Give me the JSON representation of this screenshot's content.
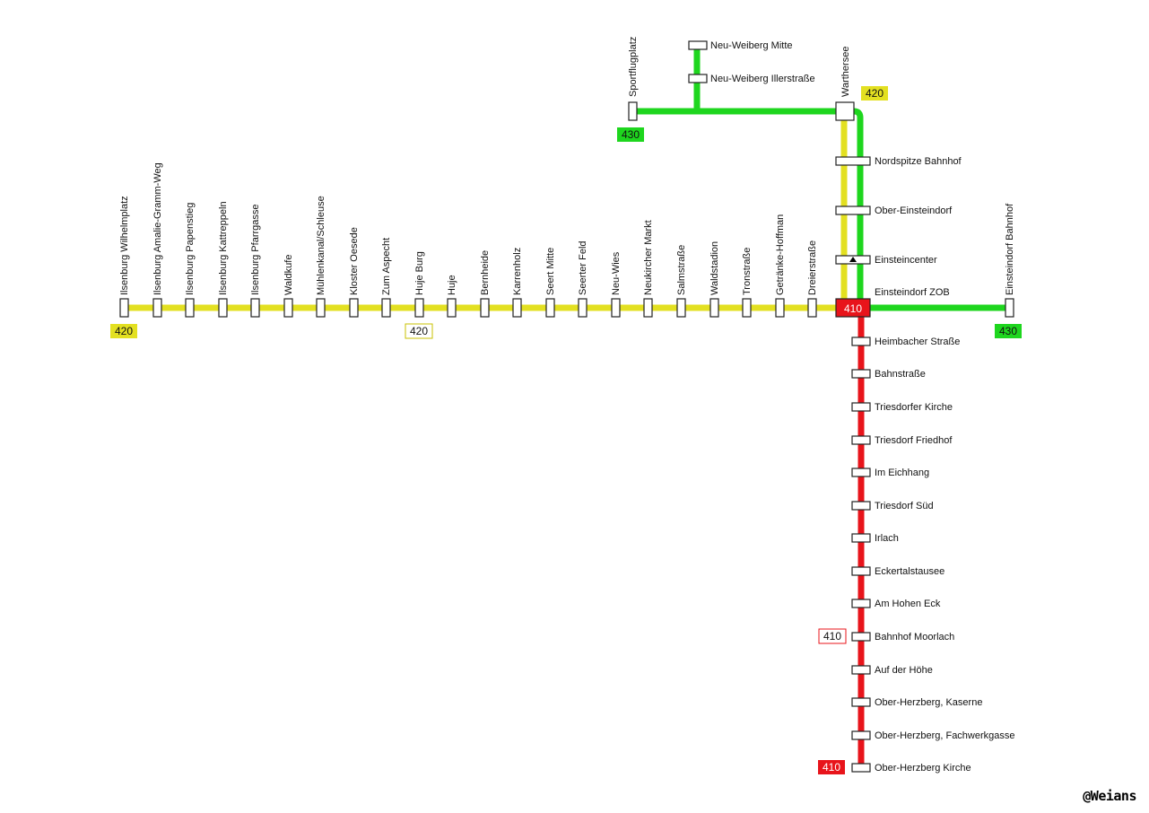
{
  "colors": {
    "line_410": "#e8141b",
    "line_420": "#e3e021",
    "line_430": "#1ed61e"
  },
  "line_420_west": [
    "Ilsenburg Wilhelmplatz",
    "Ilsenburg Amalie-Gramm-Weg",
    "Ilsenburg Papenstieg",
    "Ilsenburg Kattreppeln",
    "Ilsenburg Pfarrgasse",
    "Waldkufe",
    "Mühlenkanal/Schleuse",
    "Kloster Oesede",
    "Zum Aspecht",
    "Huje Burg",
    "Huje",
    "Bernheide",
    "Karrenholz",
    "Seert Mitte",
    "Seerter Feld",
    "Neu-Wies",
    "Neukircher Markt",
    "Salmstraße",
    "Waldstadion",
    "Tronstraße",
    "Getränke-Hoffman",
    "Dreierstraße"
  ],
  "trunk_north": [
    "Nordspitze Bahnhof",
    "Ober-Einsteindorf",
    "Einsteincenter"
  ],
  "hub": {
    "name": "Einsteindorf ZOB",
    "badge": "410"
  },
  "warthersee": "Warthersee",
  "line_430_top": {
    "terminus": "Sportflugplatz",
    "branch": [
      "Neu-Weiberg Mitte",
      "Neu-Weiberg Illerstraße"
    ]
  },
  "line_430_east": "Einsteindorf Bahnhof",
  "line_410_south": [
    "Heimbacher Straße",
    "Bahnstraße",
    "Triesdorfer Kirche",
    "Triesdorf Friedhof",
    "Im Eichhang",
    "Triesdorf Süd",
    "Irlach",
    "Eckertalstausee",
    "Am Hohen Eck",
    "Bahnhof Moorlach",
    "Auf der Höhe",
    "Ober-Herzberg, Kaserne",
    "Ober-Herzberg, Fachwerkgasse",
    "Ober-Herzberg Kirche"
  ],
  "badges": {
    "b420_west": "420",
    "b420_huje": "420",
    "b420_warthersee": "420",
    "b430_sport": "430",
    "b430_east": "430",
    "b410_moorlach": "410",
    "b410_end": "410"
  },
  "watermark": "@Weians"
}
